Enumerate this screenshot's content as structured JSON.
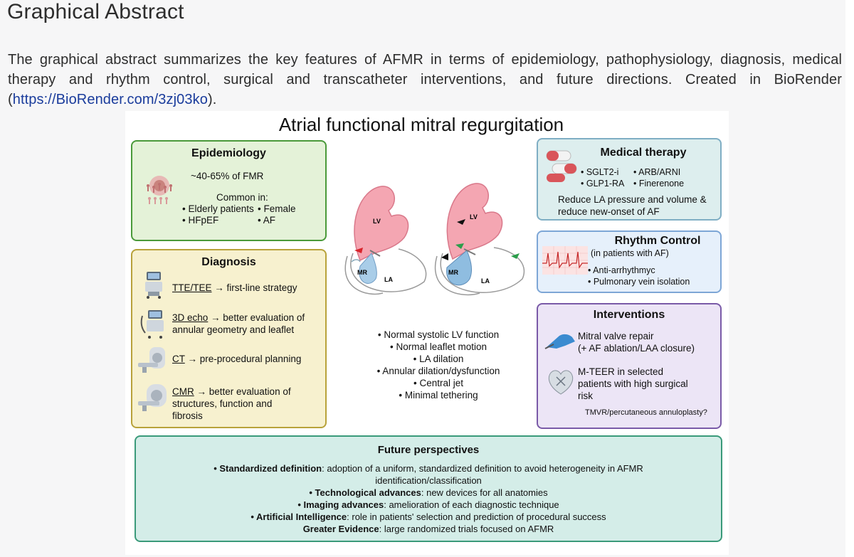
{
  "page": {
    "heading": "Graphical Abstract",
    "description_text": "The graphical abstract summarizes the key features of AFMR in terms of epidemiology, pathophysiology, diagnosis, medical therapy and rhythm control, surgical and transcatheter interventions, and future directions. Created in BioRender (",
    "description_link": "https://BioRender.com/3zj03ko",
    "description_end": ")."
  },
  "figure": {
    "title": "Atrial functional mitral regurgitation",
    "epidemiology": {
      "title": "Epidemiology",
      "stat": "~40-65% of FMR",
      "common_in": "Common in:",
      "items": [
        "• Elderly patients",
        "• Female",
        "• HFpEF",
        "• AF"
      ]
    },
    "diagnosis": {
      "title": "Diagnosis",
      "items": [
        {
          "term": "TTE/TEE",
          "rest": " → first-line strategy"
        },
        {
          "term": "3D echo",
          "rest": " → better evaluation of",
          "line2": "annular geometry and leaflet"
        },
        {
          "term": "CT",
          "rest": " → pre-procedural planning"
        },
        {
          "term": "CMR",
          "rest": " → better evaluation of",
          "line2": "structures, function and",
          "line3": "fibrosis"
        }
      ]
    },
    "heart_labels": {
      "lv": "LV",
      "la": "LA",
      "mr": "MR"
    },
    "center_findings": [
      "• Normal systolic LV function",
      "• Normal leaflet motion",
      "• LA dilation",
      "• Annular dilation/dysfunction",
      "• Central jet",
      "• Minimal tethering"
    ],
    "medical_therapy": {
      "title": "Medical therapy",
      "drugs": [
        "• SGLT2-i",
        "• ARB/ARNI",
        "• GLP1-RA",
        "• Finerenone"
      ],
      "line1": "Reduce LA pressure and volume &",
      "line2": "reduce new-onset of AF"
    },
    "rhythm_control": {
      "title": "Rhythm Control",
      "subtitle": "(in patients with AF)",
      "items": [
        "• Anti-arrhythmyc",
        "• Pulmonary vein isolation"
      ]
    },
    "interventions": {
      "title": "Interventions",
      "repair_line1": "Mitral valve repair",
      "repair_line2": "(+ AF ablation/LAA closure)",
      "teer_line1": "M-TEER in selected",
      "teer_line2": "patients with high surgical",
      "teer_line3": "risk",
      "question": "TMVR/percutaneous annuloplasty?"
    },
    "future": {
      "title": "Future perspectives",
      "items": [
        {
          "bold": "• Standardized definition",
          "rest": ": adoption of a uniform, standardized definition to avoid heterogeneity in AFMR"
        },
        {
          "bold": "",
          "rest": "identification/classification"
        },
        {
          "bold": "• Technological advances",
          "rest": ": new devices for all anatomies"
        },
        {
          "bold": "• Imaging advances",
          "rest": ": amelioration of each diagnostic technique"
        },
        {
          "bold": "• Artificial Intelligence",
          "rest": ": role in patients' selection and prediction of procedural success"
        },
        {
          "bold": "Greater Evidence",
          "rest": ": large randomized trials focused on AFMR"
        }
      ]
    }
  }
}
